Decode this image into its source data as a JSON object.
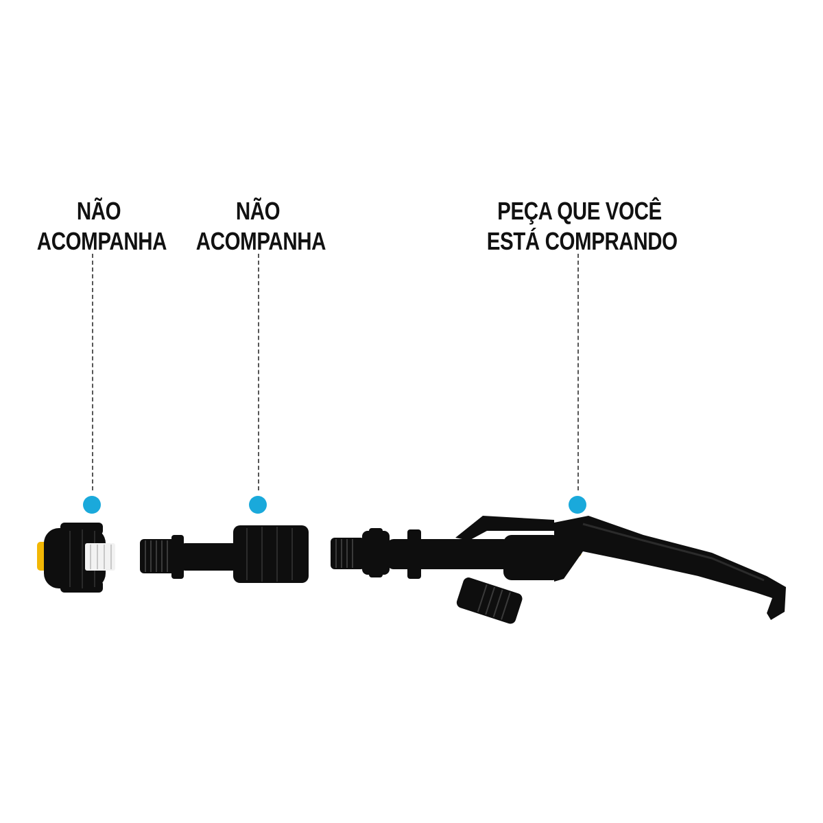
{
  "callouts": [
    {
      "lines": [
        "NÃO",
        "ACOMPANHA"
      ]
    },
    {
      "lines": [
        "NÃO",
        "ACOMPANHA"
      ]
    },
    {
      "lines": [
        "PEÇA QUE VOCÊ",
        "ESTÁ COMPRANDO"
      ]
    }
  ],
  "colors": {
    "marker": "#1aa9db",
    "part_black": "#0e0e0e",
    "nozzle_yellow": "#f2b705",
    "filter_white": "#f2f2f2"
  },
  "parts": [
    {
      "icon": "nozzle-cap-icon"
    },
    {
      "icon": "extension-tube-icon"
    },
    {
      "icon": "spray-trigger-handle-icon"
    }
  ]
}
